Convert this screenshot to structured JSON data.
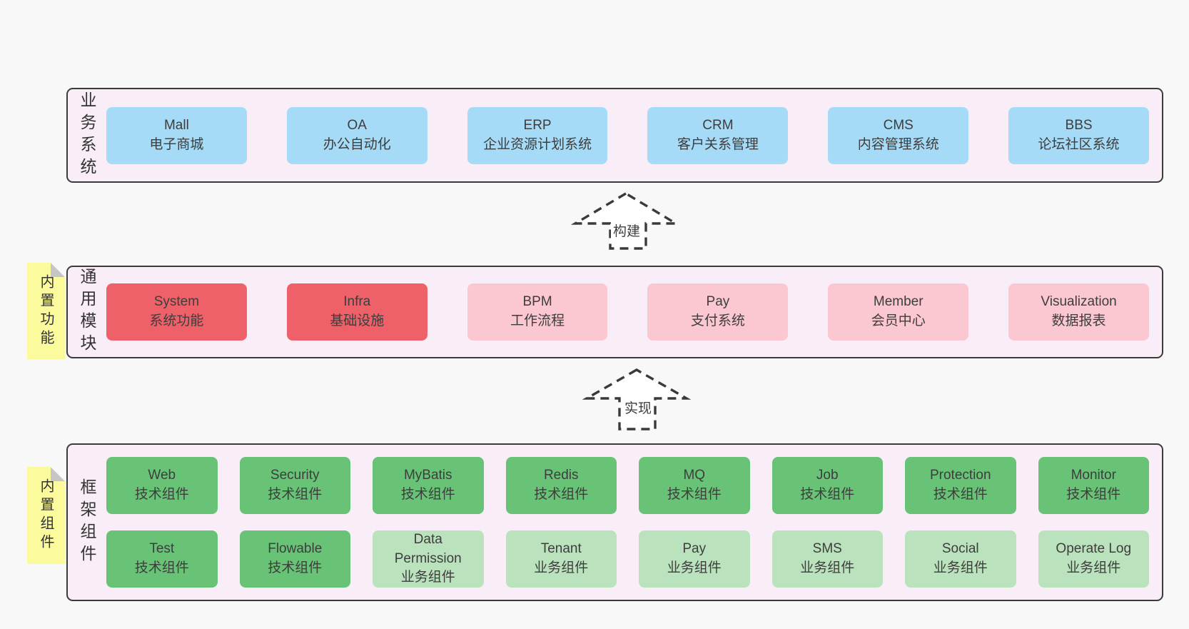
{
  "colors": {
    "page_bg": "#f8f8f8",
    "band_bg": "#f9eef8",
    "band_border": "#3b3b3b",
    "text": "#3d3d3d",
    "blue": "#a6dbf7",
    "red": "#ef6169",
    "pink": "#fbc8d2",
    "green": "#69c377",
    "green_light": "#bae3bd",
    "yellow": "#fbfa9d",
    "fold": "#c6c6c6",
    "arrow": "#3a3a3a"
  },
  "bands": [
    {
      "label": "业务系统",
      "rows": [
        [
          {
            "en": "Mall",
            "zh": "电子商城",
            "color": "blue"
          },
          {
            "en": "OA",
            "zh": "办公自动化",
            "color": "blue"
          },
          {
            "en": "ERP",
            "zh": "企业资源计划系统",
            "color": "blue"
          },
          {
            "en": "CRM",
            "zh": "客户关系管理",
            "color": "blue"
          },
          {
            "en": "CMS",
            "zh": "内容管理系统",
            "color": "blue"
          },
          {
            "en": "BBS",
            "zh": "论坛社区系统",
            "color": "blue"
          }
        ]
      ]
    },
    {
      "label": "通用模块",
      "sticky": "内置功能",
      "rows": [
        [
          {
            "en": "System",
            "zh": "系统功能",
            "color": "red"
          },
          {
            "en": "Infra",
            "zh": "基础设施",
            "color": "red"
          },
          {
            "en": "BPM",
            "zh": "工作流程",
            "color": "pink"
          },
          {
            "en": "Pay",
            "zh": "支付系统",
            "color": "pink"
          },
          {
            "en": "Member",
            "zh": "会员中心",
            "color": "pink"
          },
          {
            "en": "Visualization",
            "zh": "数据报表",
            "color": "pink"
          }
        ]
      ]
    },
    {
      "label": "框架组件",
      "sticky": "内置组件",
      "rows": [
        [
          {
            "en": "Web",
            "zh": "技术组件",
            "color": "green"
          },
          {
            "en": "Security",
            "zh": "技术组件",
            "color": "green"
          },
          {
            "en": "MyBatis",
            "zh": "技术组件",
            "color": "green"
          },
          {
            "en": "Redis",
            "zh": "技术组件",
            "color": "green"
          },
          {
            "en": "MQ",
            "zh": "技术组件",
            "color": "green"
          },
          {
            "en": "Job",
            "zh": "技术组件",
            "color": "green"
          },
          {
            "en": "Protection",
            "zh": "技术组件",
            "color": "green"
          },
          {
            "en": "Monitor",
            "zh": "技术组件",
            "color": "green"
          }
        ],
        [
          {
            "en": "Test",
            "zh": "技术组件",
            "color": "green"
          },
          {
            "en": "Flowable",
            "zh": "技术组件",
            "color": "green"
          },
          {
            "en": "Data\nPermission",
            "zh": "业务组件",
            "color": "green_light"
          },
          {
            "en": "Tenant",
            "zh": "业务组件",
            "color": "green_light"
          },
          {
            "en": "Pay",
            "zh": "业务组件",
            "color": "green_light"
          },
          {
            "en": "SMS",
            "zh": "业务组件",
            "color": "green_light"
          },
          {
            "en": "Social",
            "zh": "业务组件",
            "color": "green_light"
          },
          {
            "en": "Operate Log",
            "zh": "业务组件",
            "color": "green_light"
          }
        ]
      ]
    }
  ],
  "arrows": [
    {
      "label": "构建"
    },
    {
      "label": "实现"
    }
  ]
}
